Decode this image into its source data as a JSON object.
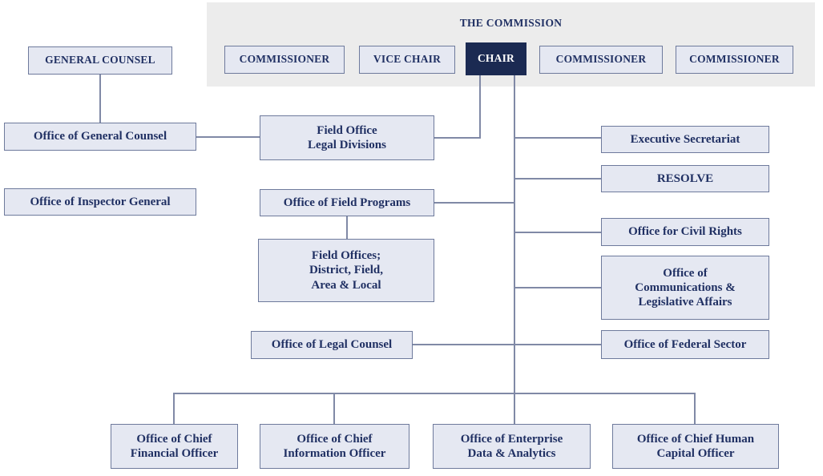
{
  "colors": {
    "background": "#ffffff",
    "panel_background": "#ececec",
    "node_fill": "#e5e8f2",
    "node_border": "#6e7a9c",
    "node_text": "#203063",
    "chair_fill": "#1b2a52",
    "chair_text": "#ffffff",
    "connector": "#8089a6"
  },
  "commission": {
    "title": "THE COMMISSION",
    "members": [
      {
        "label": "COMMISSIONER"
      },
      {
        "label": "VICE CHAIR"
      },
      {
        "label": "CHAIR"
      },
      {
        "label": "COMMISSIONER"
      },
      {
        "label": "COMMISSIONER"
      }
    ]
  },
  "nodes": {
    "general_counsel": "GENERAL COUNSEL",
    "office_of_general_counsel": "Office of General Counsel",
    "office_of_inspector_general": "Office of Inspector General",
    "field_office_legal_divisions": "Field Office\nLegal Divisions",
    "office_of_field_programs": "Office of Field Programs",
    "field_offices": "Field Offices;\nDistrict, Field,\nArea & Local",
    "office_of_legal_counsel": "Office of Legal Counsel",
    "executive_secretariat": "Executive Secretariat",
    "resolve": "RESOLVE",
    "office_for_civil_rights": "Office for Civil Rights",
    "office_of_communications_and_legislative_affairs": "Office of\nCommunications &\nLegislative Affairs",
    "office_of_federal_sector": "Office of Federal Sector",
    "office_of_chief_financial_officer": "Office of Chief\nFinancial Officer",
    "office_of_chief_information_officer": "Office of Chief\nInformation Officer",
    "office_of_enterprise_data_and_analytics": "Office of Enterprise\nData & Analytics",
    "office_of_chief_human_capital_officer": "Office of Chief Human\nCapital Officer"
  }
}
